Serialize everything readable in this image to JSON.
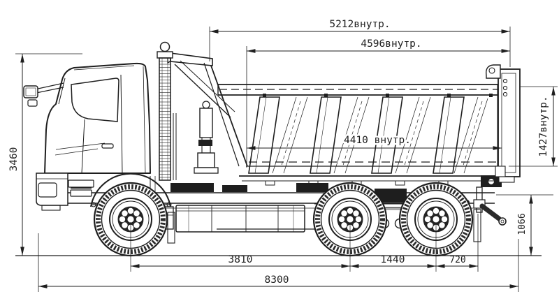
{
  "drawing": {
    "background_color": "#ffffff",
    "line_color": "#1e1e1e"
  },
  "dimensions": {
    "top_inner_length": "5212внутр.",
    "mid_inner_length": "4596внутр.",
    "floor_inner_length": "4410 внутр.",
    "body_inner_height": "1427внутр.",
    "overall_height": "3460",
    "rear_height": "1066",
    "wheelbase": "3810",
    "bogie_spacing": "1440",
    "rear_overhang": "720",
    "overall_length": "8300"
  }
}
